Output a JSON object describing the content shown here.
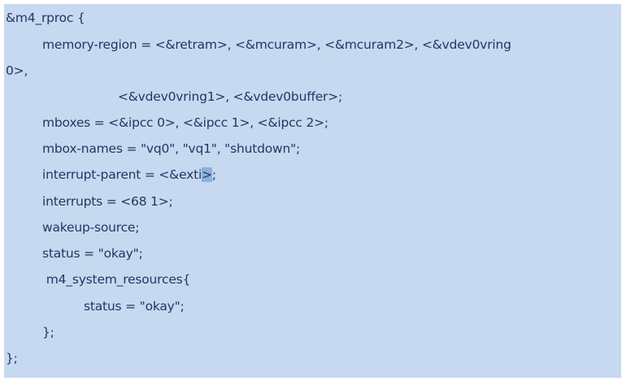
{
  "code": {
    "language": "devicetree",
    "lines": [
      {
        "indent": 0,
        "text": "&m4_rproc {"
      },
      {
        "indent": 1,
        "text": "memory-region = <&retram>, <&mcuram>, <&mcuram2>, <&vdev0vring"
      },
      {
        "indent": 0,
        "text": "0>,"
      },
      {
        "indent": 3,
        "text": "<&vdev0vring1>, <&vdev0buffer>;"
      },
      {
        "indent": 1,
        "text": "mboxes = <&ipcc 0>, <&ipcc 1>, <&ipcc 2>;"
      },
      {
        "indent": 1,
        "text": "mbox-names = \"vq0\", \"vq1\", \"shutdown\";"
      },
      {
        "indent": 1,
        "text_before": "interrupt-parent = <&exti",
        "text_selected": ">",
        "text_after": ";"
      },
      {
        "indent": 1,
        "text": "interrupts = <68 1>;"
      },
      {
        "indent": 1,
        "text": "wakeup-source;"
      },
      {
        "indent": 1,
        "text": "status = \"okay\";"
      },
      {
        "indent": 1,
        "text": " m4_system_resources{"
      },
      {
        "indent": 2,
        "text": "status = \"okay\";"
      },
      {
        "indent": 1,
        "text": "};"
      },
      {
        "indent": 0,
        "text": "};"
      }
    ]
  },
  "colors": {
    "background": "#c6d9f0",
    "text": "#1f3864",
    "selection": "#8eaedb"
  }
}
